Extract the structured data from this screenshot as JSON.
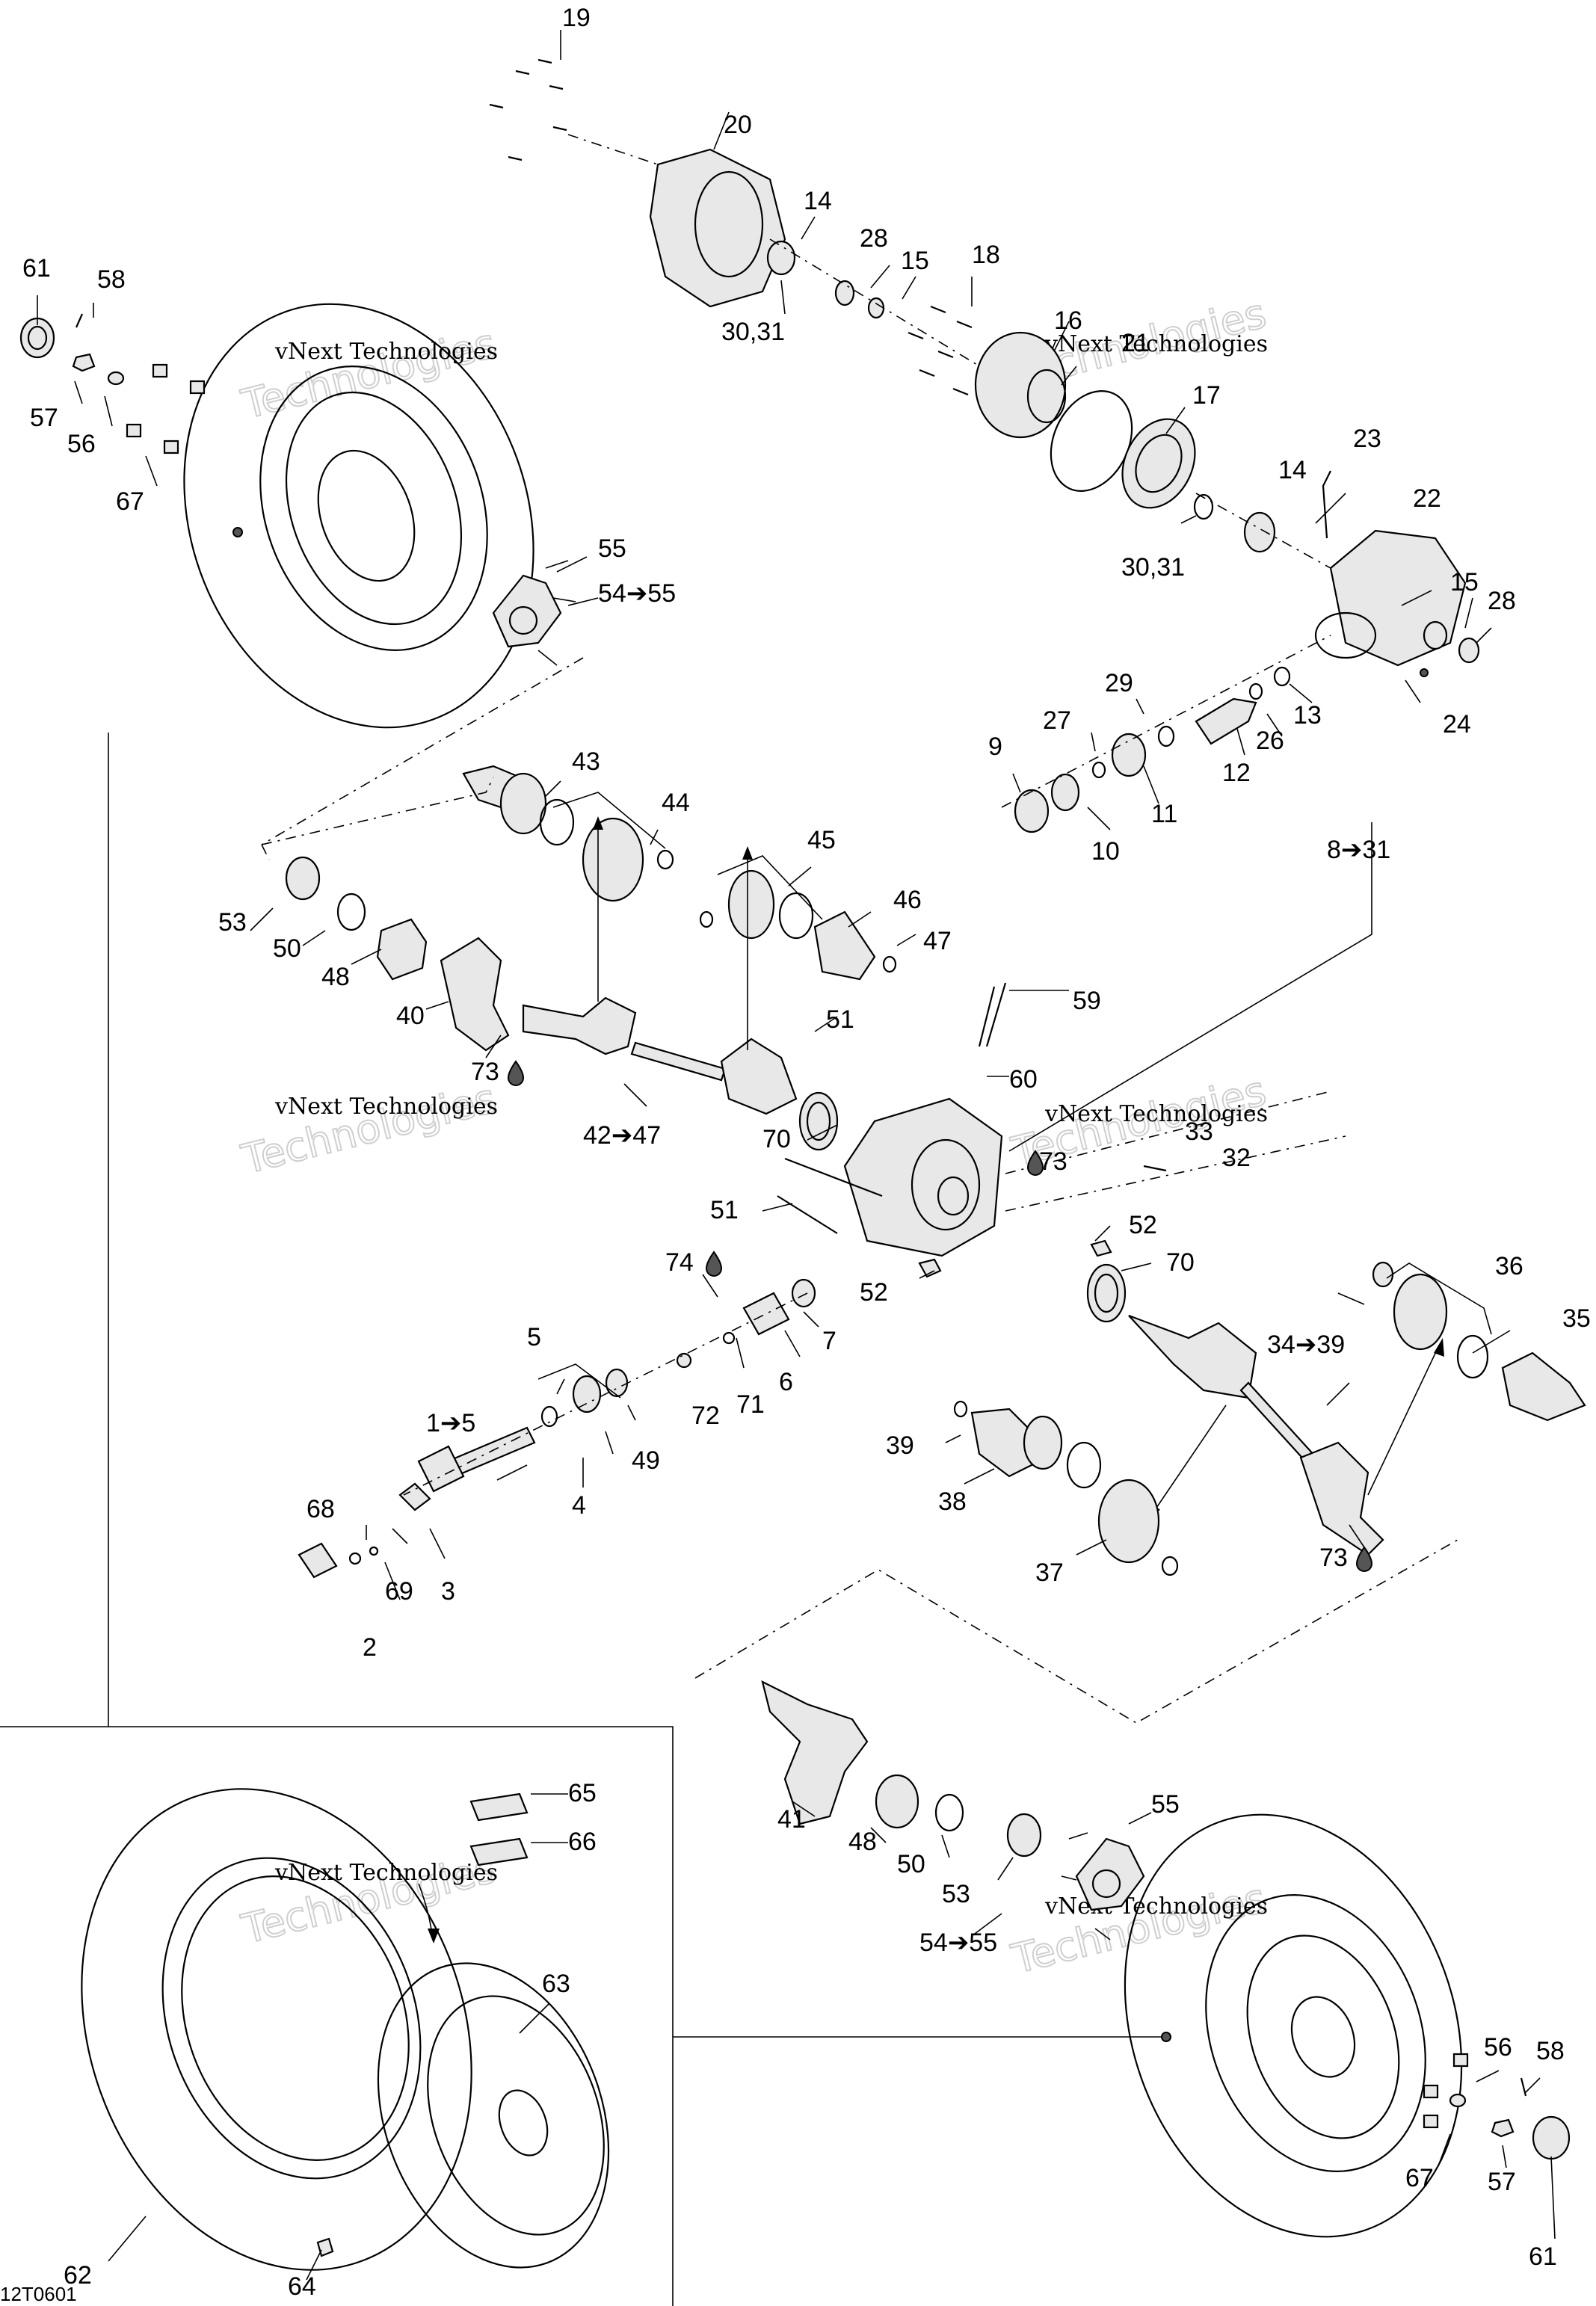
{
  "diagram_code": "12T0601",
  "watermark": {
    "line1": "vNext Technologies",
    "line2": "Technologies"
  },
  "labels": {
    "l19": "19",
    "l20": "20",
    "l14a": "14",
    "l28a": "28",
    "l15a": "15",
    "l18": "18",
    "l3031a": "30,31",
    "l16": "16",
    "l21": "21",
    "l17": "17",
    "l23": "23",
    "l14b": "14",
    "l22": "22",
    "l3031b": "30,31",
    "l15b": "15",
    "l28b": "28",
    "l24": "24",
    "l29": "29",
    "l27": "27",
    "l9": "9",
    "l13": "13",
    "l26": "26",
    "l12": "12",
    "l11": "11",
    "l10": "10",
    "l8_31": "8➔31",
    "l61a": "61",
    "l58a": "58",
    "l57a": "57",
    "l56a": "56",
    "l67a": "67",
    "l55a": "55",
    "l54_55a": "54➔55",
    "l43": "43",
    "l44": "44",
    "l45": "45",
    "l46": "46",
    "l47": "47",
    "l53a": "53",
    "l50a": "50",
    "l48a": "48",
    "l40": "40",
    "l73a": "73",
    "l42_47": "42➔47",
    "l51a": "51",
    "l59": "59",
    "l60": "60",
    "l70a": "70",
    "l73b": "73",
    "l33": "33",
    "l32": "32",
    "l51b": "51",
    "l52a": "52",
    "l70b": "70",
    "l52b": "52",
    "l74": "74",
    "l7": "7",
    "l5": "5",
    "l72": "72",
    "l71": "71",
    "l6": "6",
    "l36": "36",
    "l35": "35",
    "l34_39": "34➔39",
    "l1_5": "1➔5",
    "l49": "49",
    "l4": "4",
    "l39": "39",
    "l38": "38",
    "l37": "37",
    "l73c": "73",
    "l68": "68",
    "l69": "69",
    "l3": "3",
    "l2": "2",
    "l65": "65",
    "l66": "66",
    "l63": "63",
    "l62": "62",
    "l64": "64",
    "l41": "41",
    "l48b": "48",
    "l50b": "50",
    "l53b": "53",
    "l55b": "55",
    "l54_55b": "54➔55",
    "l56b": "56",
    "l58b": "58",
    "l67b": "67",
    "l57b": "57",
    "l61b": "61"
  }
}
